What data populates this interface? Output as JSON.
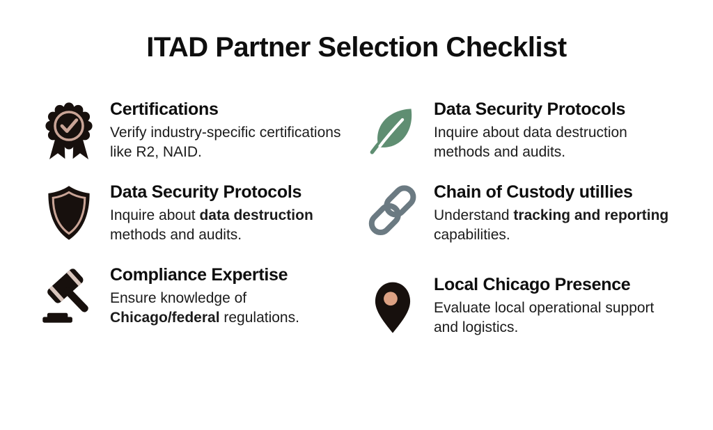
{
  "title": "ITAD Partner Selection Checklist",
  "colors": {
    "text_black": "#141414",
    "icon_black": "#17100d",
    "tan_accent": "#c9a496",
    "gavel_stripe": "#d9c6bd",
    "pin_dot": "#dca183",
    "leaf_green": "#5f8e72",
    "chain_gray": "#6b7a82",
    "background": "#ffffff"
  },
  "items": [
    {
      "icon": "award-ribbon-icon",
      "title": "Certifications",
      "body": [
        {
          "text": "Verify industry-specific certifications like R2, NAID.",
          "bold": false
        }
      ]
    },
    {
      "icon": "shield-icon",
      "title": "Data Security Protocols",
      "body": [
        {
          "text": "Inquire about ",
          "bold": false
        },
        {
          "text": "data destruction",
          "bold": true
        },
        {
          "text": " methods and audits.",
          "bold": false
        }
      ]
    },
    {
      "icon": "gavel-icon",
      "title": "Compliance Expertise",
      "body": [
        {
          "text": "Ensure knowledge of ",
          "bold": false
        },
        {
          "text": "Chicago/federal",
          "bold": true
        },
        {
          "text": " regulations.",
          "bold": false
        }
      ]
    },
    {
      "icon": "leaf-icon",
      "title": "Data Security Protocols",
      "body": [
        {
          "text": "Inquire about data destruction methods and audits.",
          "bold": false
        }
      ]
    },
    {
      "icon": "chain-link-icon",
      "title": "Chain of Custody utillies",
      "body": [
        {
          "text": "Understand ",
          "bold": false
        },
        {
          "text": "tracking and reporting",
          "bold": true
        },
        {
          "text": " capabilities.",
          "bold": false
        }
      ]
    },
    {
      "icon": "map-pin-icon",
      "title": "Local Chicago Presence",
      "body": [
        {
          "text": "Evaluate local operational support and logistics.",
          "bold": false
        }
      ]
    }
  ]
}
